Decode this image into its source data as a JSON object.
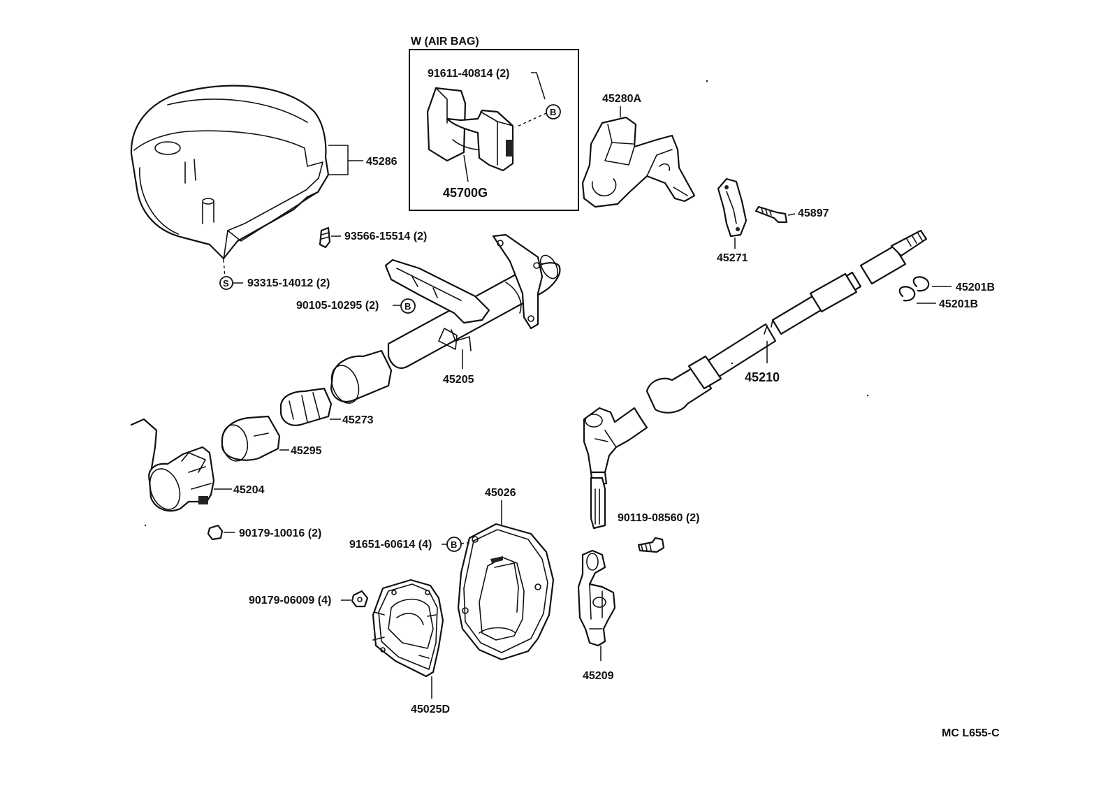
{
  "diagram": {
    "airbag_box_title": "W (AIR BAG)",
    "code": "MC  L655-C",
    "labels": {
      "p45286": "45286",
      "p91611": "91611-40814 (2)",
      "p45700g": "45700G",
      "p45280a": "45280A",
      "p45897": "45897",
      "p45271": "45271",
      "p93566": "93566-15514 (2)",
      "p93315": "93315-14012 (2)",
      "p90105": "90105-10295 (2)",
      "p45205": "45205",
      "p45273": "45273",
      "p45295": "45295",
      "p45204": "45204",
      "p90179a": "90179-10016 (2)",
      "p45026": "45026",
      "p91651": "91651-60614 (4)",
      "p90179b": "90179-06009 (4)",
      "p45025d": "45025D",
      "p45210": "45210",
      "p45201b1": "45201B",
      "p45201b2": "45201B",
      "p90119": "90119-08560 (2)",
      "p45209": "45209"
    },
    "markers": {
      "B": "B",
      "S": "S"
    }
  }
}
